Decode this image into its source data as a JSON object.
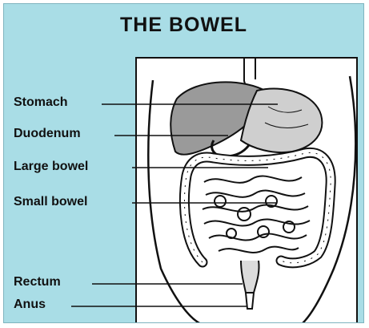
{
  "title": "THE BOWEL",
  "labels": {
    "stomach": "Stomach",
    "duodenum": "Duodenum",
    "large_bowel": "Large bowel",
    "small_bowel": "Small bowel",
    "rectum": "Rectum",
    "anus": "Anus"
  },
  "colors": {
    "background": "#a9dde6",
    "ink": "#111111",
    "organ_shading": "#9a9a9a",
    "panel": "#ffffff"
  }
}
